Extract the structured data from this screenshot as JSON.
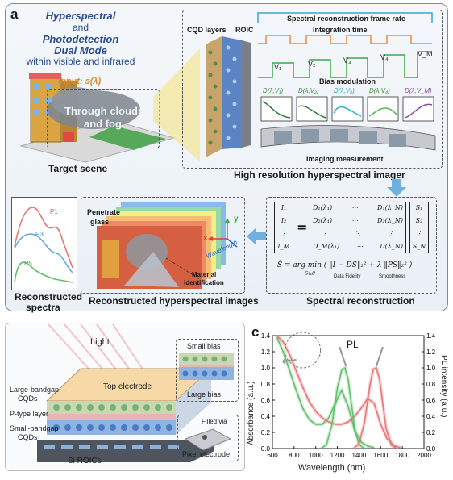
{
  "panel_a": {
    "letter": "a",
    "headline": {
      "line1": "Hyperspectral",
      "line2": "and",
      "line3": "Photodetection",
      "line4": "Dual Mode",
      "line5": "within visible and infrared"
    },
    "input_label": "Input: s(λ)",
    "cloud_label_1": "Through clouds",
    "cloud_label_2": "and fog",
    "target_scene": "Target scene",
    "imager": {
      "cqd_layers": "CQD layers",
      "roic": "ROIC",
      "frame_rate": "Spectral reconstruction frame rate",
      "integration_time": "Integration time",
      "bias_modulation": "Bias modulation",
      "biases": [
        "V₁",
        "V₂",
        "V₃",
        "V₄",
        "V_M"
      ],
      "responses": [
        "D(λ,V₁)",
        "D(λ,V₂)",
        "D(λ,V₃)",
        "D(λ,V₄)",
        "D(λ,V_M)"
      ],
      "imaging_measurement": "Imaging measurement",
      "title": "High resolution hyperspectral imager"
    },
    "reconstruction": {
      "title": "Spectral reconstruction",
      "I_vec": [
        "I₁",
        "I₂",
        "⋮",
        "I_M"
      ],
      "S_vec": [
        "S₁",
        "S₂",
        "⋮",
        "S_N"
      ],
      "D_rows": [
        [
          "D₁(λ₁)",
          "⋯",
          "D₁(λ_N)"
        ],
        [
          "D₂(λ₁)",
          "⋯",
          "D₂(λ_N)"
        ],
        [
          "⋮",
          "⋱",
          "⋮"
        ],
        [
          "D_M(λ₁)",
          "⋯",
          "D(λ_N)"
        ]
      ],
      "equals": "=",
      "objective": "Ŝ = arg min ( ‖I − DS‖₂² + λ ‖PS‖₂² )",
      "subscript": "S≥0",
      "fidelity": "Data Fidelity",
      "smoothness": "Smoothness"
    },
    "images": {
      "title": "Reconstructed hyperspectral images",
      "penetrate": "Penetrate",
      "glass": "glass",
      "material_1": "Material",
      "material_2": "identification",
      "axis_x": "x",
      "axis_y": "y",
      "wavelength": "Wavelength"
    },
    "spectra": {
      "title_1": "Reconstructed",
      "title_2": "spectra",
      "p1": "P1",
      "p3": "P3",
      "p5": "P5"
    }
  },
  "panel_b": {
    "letter": "b",
    "light": "Light",
    "top_electrode": "Top electrode",
    "large_bandgap_1": "Large-bandgap",
    "large_bandgap_2": "CQDs",
    "ptype": "P-type layer",
    "small_bandgap_1": "Small-bandgap",
    "small_bandgap_2": "CQDs",
    "si_roics": "Si ROICs",
    "small_bias": "Small bias",
    "large_bias": "Large bias",
    "filled_via": "Filled via",
    "pixel_electrode": "Pixel electrode"
  },
  "panel_c": {
    "letter": "c",
    "pl_label": "PL",
    "colors": {
      "green": "#5fbf6a",
      "red": "#e87474"
    },
    "chart_data": {
      "type": "line",
      "xlabel": "Wavelength (nm)",
      "ylabel_left": "Absorbance (a.u.)",
      "ylabel_right": "PL intensity (a.u.)",
      "xlim": [
        600,
        2000
      ],
      "ylim": [
        0,
        1.4
      ],
      "x_ticks": [
        "600",
        "800",
        "1000",
        "1200",
        "1400",
        "1600",
        "1800",
        "2000"
      ],
      "y_ticks": [
        "0.0",
        "0.2",
        "0.4",
        "0.6",
        "0.8",
        "1.0",
        "1.2",
        "1.4"
      ],
      "series": [
        {
          "kind": "absorbance",
          "color": "green",
          "x": [
            640,
            700,
            760,
            820,
            880,
            940,
            1000,
            1060,
            1120,
            1180,
            1240,
            1300,
            1360,
            1420,
            1480,
            1540
          ],
          "y": [
            1.38,
            1.2,
            0.96,
            0.72,
            0.5,
            0.36,
            0.3,
            0.3,
            0.38,
            0.56,
            0.72,
            0.52,
            0.22,
            0.08,
            0.03,
            0.01
          ]
        },
        {
          "kind": "absorbance",
          "color": "red",
          "x": [
            640,
            700,
            760,
            820,
            880,
            940,
            1000,
            1060,
            1120,
            1180,
            1240,
            1300,
            1360,
            1420,
            1480,
            1540,
            1600,
            1660,
            1720,
            1780
          ],
          "y": [
            1.4,
            1.32,
            1.16,
            0.96,
            0.76,
            0.58,
            0.46,
            0.38,
            0.33,
            0.3,
            0.3,
            0.33,
            0.4,
            0.5,
            0.62,
            0.56,
            0.3,
            0.12,
            0.04,
            0.01
          ]
        },
        {
          "kind": "pl",
          "color": "green",
          "x": [
            1050,
            1100,
            1150,
            1200,
            1240,
            1270,
            1300,
            1330,
            1360,
            1400,
            1450
          ],
          "y": [
            0.0,
            0.05,
            0.3,
            0.75,
            0.97,
            1.0,
            0.85,
            0.55,
            0.25,
            0.05,
            0.0
          ]
        },
        {
          "kind": "pl",
          "color": "red",
          "x": [
            1350,
            1400,
            1450,
            1500,
            1530,
            1560,
            1590,
            1620,
            1650,
            1700,
            1750
          ],
          "y": [
            0.0,
            0.06,
            0.32,
            0.78,
            0.98,
            1.0,
            0.86,
            0.55,
            0.25,
            0.04,
            0.0
          ]
        }
      ]
    }
  }
}
